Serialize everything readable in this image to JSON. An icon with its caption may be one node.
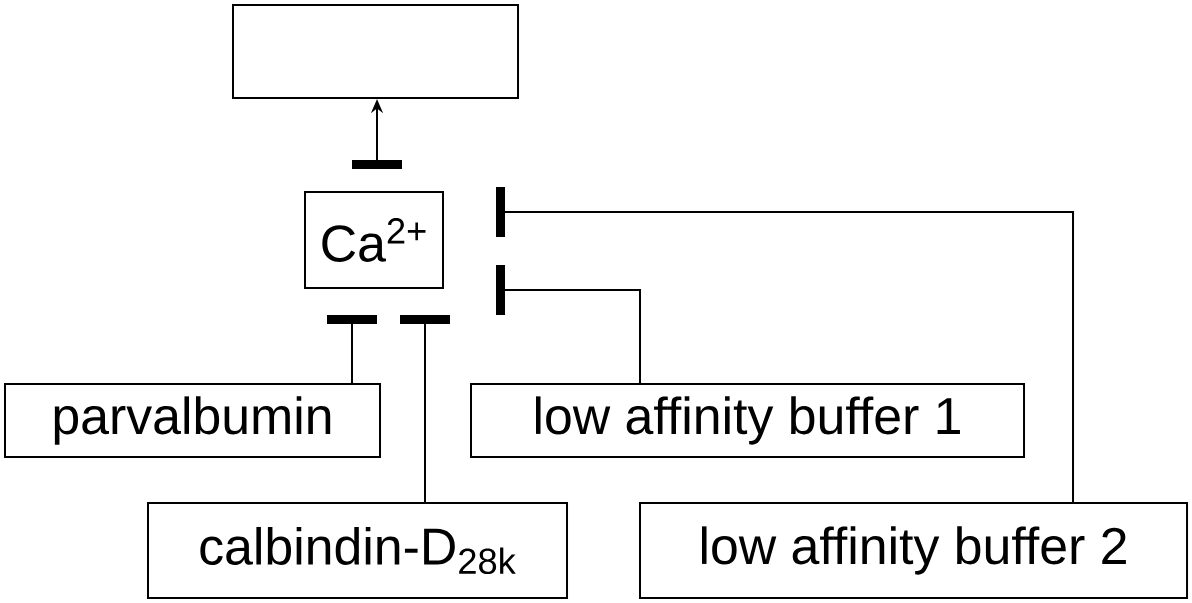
{
  "diagram": {
    "nodes": [
      {
        "text": [],
        "shape": "box"
      },
      {
        "text": [
          "Ca$^{2+}$"
        ]
      },
      {
        "text": [
          "parvalbumin"
        ]
      },
      {
        "text": [
          "low affinity buffer 1"
        ]
      },
      {
        "text": [
          "calbindin-D$_{28k}$"
        ]
      },
      {
        "text": [
          "low affinity buffer 2"
        ]
      }
    ],
    "edges": [
      {
        "from": 1,
        "to": 0,
        "arrow": "to"
      },
      {
        "from": 2,
        "to": 1,
        "arrow": "other"
      },
      {
        "from": 4,
        "to": 1,
        "arrow": "other"
      },
      {
        "from": 3,
        "to": 1,
        "arrow": "other"
      },
      {
        "from": 5,
        "to": 1,
        "arrow": "other"
      }
    ]
  }
}
